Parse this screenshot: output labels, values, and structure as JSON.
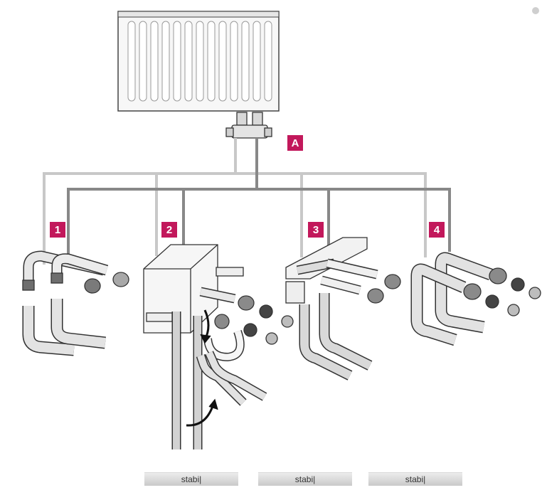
{
  "markers": {
    "a": "A",
    "m1": "1",
    "m2": "2",
    "m3": "3",
    "m4": "4"
  },
  "logos": [
    "stabi|",
    "stabi|",
    "stabi|"
  ],
  "colors": {
    "accent": "#c2185b",
    "outline": "#333333",
    "light_line": "#c8c8c8",
    "dark_line": "#888888"
  },
  "icons": {
    "corner": "circle-icon"
  }
}
